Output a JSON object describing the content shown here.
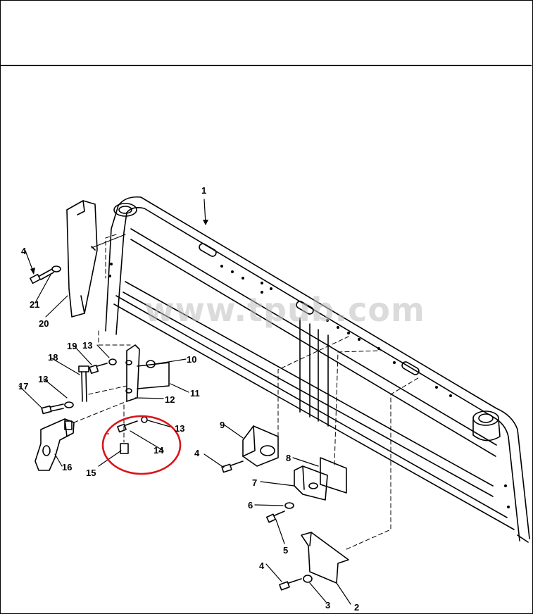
{
  "header": {
    "text": ""
  },
  "watermark": "www.tpub.com",
  "callouts": [
    {
      "id": "c1",
      "label": "1"
    },
    {
      "id": "c2",
      "label": "2"
    },
    {
      "id": "c3",
      "label": "3"
    },
    {
      "id": "c4a",
      "label": "4"
    },
    {
      "id": "c4b",
      "label": "4"
    },
    {
      "id": "c4c",
      "label": "4"
    },
    {
      "id": "c5",
      "label": "5"
    },
    {
      "id": "c6",
      "label": "6"
    },
    {
      "id": "c7",
      "label": "7"
    },
    {
      "id": "c8",
      "label": "8"
    },
    {
      "id": "c9",
      "label": "9"
    },
    {
      "id": "c10",
      "label": "10"
    },
    {
      "id": "c11",
      "label": "11"
    },
    {
      "id": "c12",
      "label": "12"
    },
    {
      "id": "c13a",
      "label": "13"
    },
    {
      "id": "c13b",
      "label": "13"
    },
    {
      "id": "c13c",
      "label": "13"
    },
    {
      "id": "c14",
      "label": "14"
    },
    {
      "id": "c15",
      "label": "15"
    },
    {
      "id": "c16",
      "label": "16"
    },
    {
      "id": "c17",
      "label": "17"
    },
    {
      "id": "c18",
      "label": "18"
    },
    {
      "id": "c19",
      "label": "19"
    },
    {
      "id": "c20",
      "label": "20"
    },
    {
      "id": "c21",
      "label": "21"
    }
  ],
  "highlight": {
    "color": "#d8141c"
  }
}
